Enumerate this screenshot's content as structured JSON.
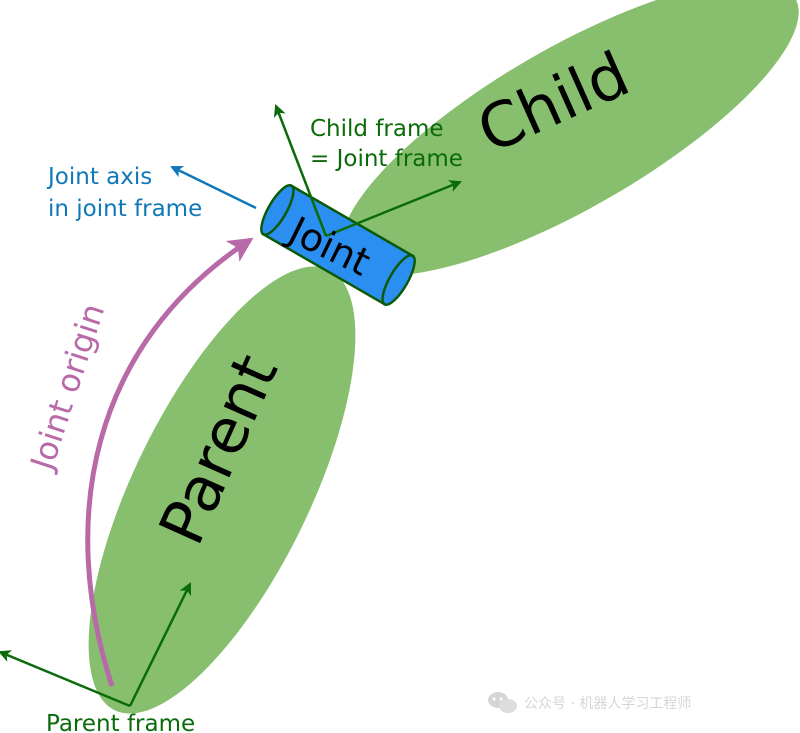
{
  "labels": {
    "child": "Child",
    "parent": "Parent",
    "joint": "Joint",
    "child_frame_line1": "Child frame",
    "child_frame_line2": "= Joint frame",
    "joint_axis_line1": "Joint axis",
    "joint_axis_line2": "in joint frame",
    "joint_origin": "Joint origin",
    "parent_frame": "Parent frame"
  },
  "colors": {
    "link_fill": "#88bf6e",
    "frame_arrow": "#0a6b0a",
    "joint_cylinder": "#2a8ff0",
    "joint_outline": "#0a5a0a",
    "axis_arrow": "#1078b8",
    "origin_arrow": "#b86aa8"
  },
  "watermark": {
    "icon": "wechat-icon",
    "text": "公众号 · 机器人学习工程师"
  }
}
